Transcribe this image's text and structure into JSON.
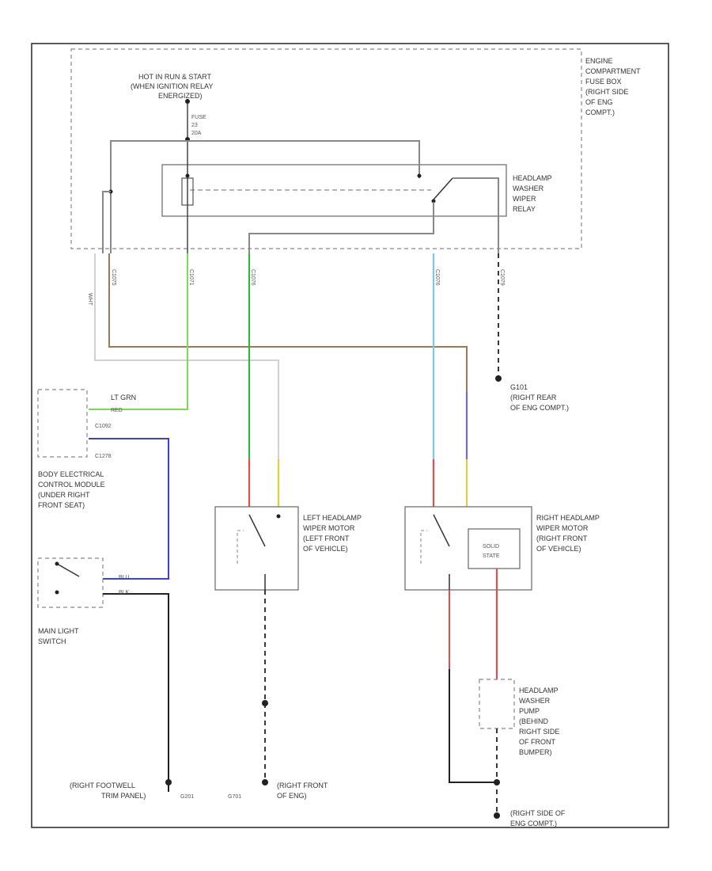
{
  "diagram": {
    "labels": {
      "hot_in_run": "HOT IN RUN & START",
      "hot_when": "(WHEN IGNITION RELAY",
      "hot_energized": "ENERGIZED)",
      "fuse": "FUSE",
      "fuse_num": "23",
      "fuse_amp": "20A",
      "fuse_box_1": "ENGINE",
      "fuse_box_2": "COMPARTMENT",
      "fuse_box_3": "FUSE BOX",
      "fuse_box_4": "(RIGHT SIDE",
      "fuse_box_5": "OF ENG",
      "fuse_box_6": "COMPT.)",
      "relay_1": "HEADLAMP",
      "relay_2": "WASHER",
      "relay_3": "WIPER",
      "relay_4": "RELAY",
      "wire_lt_grn": "LT GRN",
      "wire_red": "RED",
      "conn_c1: ": "",
      "conn_c1": "C1092",
      "conn_c2": "C1278",
      "bcm_1": "BODY ELECTRICAL",
      "bcm_2": "CONTROL MODULE",
      "bcm_3": "(UNDER RIGHT",
      "bcm_4": "FRONT SEAT)",
      "switch_1": "MAIN LIGHT",
      "switch_2": "SWITCH",
      "wire_blu": "BLU",
      "wire_blk": "BLK",
      "left_motor_1": "LEFT HEADLAMP",
      "left_motor_2": "WIPER MOTOR",
      "left_motor_3": "(LEFT FRONT",
      "left_motor_4": "OF VEHICLE)",
      "right_motor_1": "RIGHT HEADLAMP",
      "right_motor_2": "WIPER MOTOR",
      "right_motor_3": "(RIGHT FRONT",
      "right_motor_4": "OF VEHICLE)",
      "solid_1": "SOLID",
      "solid_2": "STATE",
      "pump_1": "HEADLAMP",
      "pump_2": "WASHER",
      "pump_3": "PUMP",
      "pump_4": "(BEHIND",
      "pump_5": "RIGHT SIDE",
      "pump_6": "OF FRONT",
      "pump_7": "BUMPER)",
      "g101_1": "G101",
      "g101_2": "(RIGHT REAR",
      "g101_3": "OF ENG COMPT.)",
      "g201": "G201",
      "g701": "G701",
      "footwell_1": "(RIGHT FOOTWELL",
      "footwell_2": "TRIM PANEL)",
      "front_eng_1": "(RIGHT FRONT",
      "front_eng_2": "OF ENG)",
      "side_eng_1": "(RIGHT SIDE OF",
      "side_eng_2": "ENG COMPT.)"
    },
    "wire_colors": {
      "lt_grn": "#7ed957",
      "grn": "#2fb34a",
      "blu": "#3f3fe0",
      "lt_blu": "#7cc6e8",
      "red": "#e05050",
      "yel": "#d8d040",
      "brn": "#a07850",
      "blk": "#222222",
      "wht": "#d0d0d0",
      "vio": "#7a6ad0"
    }
  }
}
